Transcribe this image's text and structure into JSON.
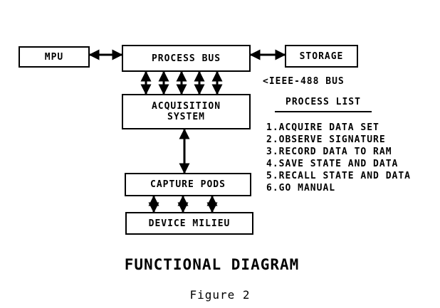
{
  "blocks": {
    "mpu": "MPU",
    "process_bus": "PROCESS BUS",
    "storage": "STORAGE",
    "acquisition_line1": "ACQUISITION",
    "acquisition_line2": "SYSTEM",
    "capture_pods": "CAPTURE PODS",
    "device_milieu": "DEVICE MILIEU"
  },
  "bus_label": "<IEEE-488 BUS",
  "process_list": {
    "title": "PROCESS LIST",
    "items": [
      "1.ACQUIRE DATA SET",
      "2.OBSERVE SIGNATURE",
      "3.RECORD DATA TO RAM",
      "4.SAVE STATE AND DATA",
      "5.RECALL STATE AND DATA",
      "6.GO MANUAL"
    ]
  },
  "title": "FUNCTIONAL DIAGRAM",
  "caption": "Figure 2"
}
